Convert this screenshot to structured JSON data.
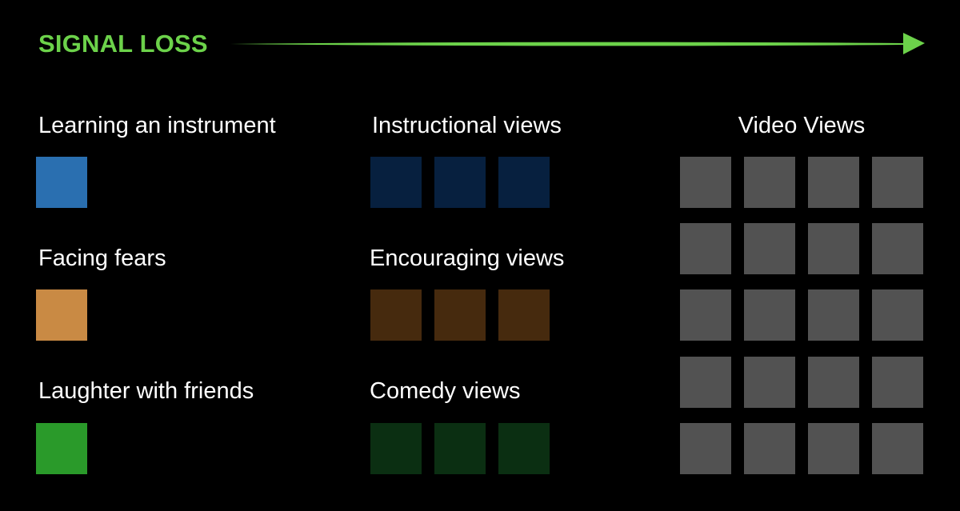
{
  "header": {
    "title": "SIGNAL LOSS",
    "accent_color": "#6cd24a",
    "arrow_icon": "right-arrow-icon"
  },
  "columns": [
    {
      "items": [
        {
          "label": "Learning an instrument",
          "color": "#2a6fb0",
          "squares": 1
        },
        {
          "label": "Facing fears",
          "color": "#c98a44",
          "squares": 1
        },
        {
          "label": "Laughter with friends",
          "color": "#2a9a2a",
          "squares": 1
        }
      ]
    },
    {
      "items": [
        {
          "label": "Instructional views",
          "color": "#07203f",
          "squares": 3
        },
        {
          "label": "Encouraging views",
          "color": "#462a0e",
          "squares": 3
        },
        {
          "label": "Comedy views",
          "color": "#0b2f12",
          "squares": 3
        }
      ]
    },
    {
      "label": "Video Views",
      "color": "#525252",
      "rows": 5,
      "cols": 4
    }
  ]
}
